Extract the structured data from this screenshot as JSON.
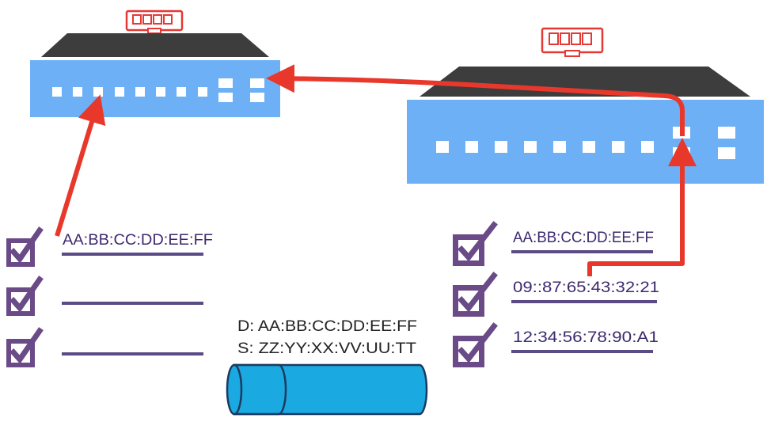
{
  "colors": {
    "switch_body": "#6eb0f5",
    "switch_top": "#3d3d3d",
    "port": "#ffffff",
    "ram_module": "#e53935",
    "arrow": "#e8382b",
    "checkbox": "#6a4a87",
    "underline": "#5a4a85",
    "text": "#3d2a6e",
    "cable": "#1aa9e0",
    "cable_edge": "#1b3a60"
  },
  "icons": {
    "switch": "network-switch-icon",
    "memory": "memory-module-icon",
    "checkbox": "checked-checkbox-icon",
    "cable": "cable-segment-icon"
  },
  "left_table": {
    "entries": [
      "AA:BB:CC:DD:EE:FF",
      "",
      ""
    ]
  },
  "right_table": {
    "entries": [
      "AA:BB:CC:DD:EE:FF",
      "09::87:65:43:32:21",
      "12:34:56:78:90:A1"
    ]
  },
  "frame": {
    "destination": "D: AA:BB:CC:DD:EE:FF",
    "source": "S: ZZ:YY:XX:VV:UU:TT"
  }
}
